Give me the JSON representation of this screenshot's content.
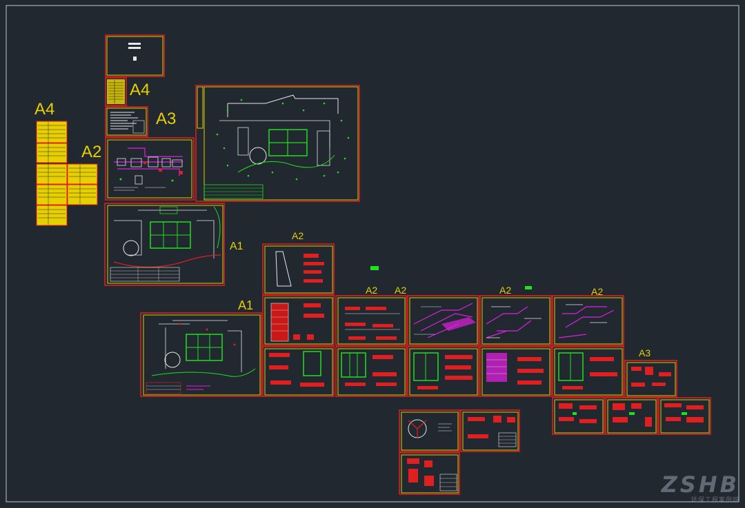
{
  "colors": {
    "background": "#212830",
    "outer_border": "#c8c8c8",
    "sheet_frame": "#d8d200",
    "sheet_outer": "#e02020",
    "size_label": "#e8d000",
    "green": "#20e020",
    "magenta": "#e020e0",
    "white": "#e8e8e8",
    "red": "#ff2020"
  },
  "size_labels": {
    "a4_left": "A4",
    "a4_top": "A4",
    "a3_top": "A3",
    "a2_left": "A2",
    "a1_mid": "A1",
    "a1_lower": "A1",
    "a2_row1": "A2",
    "a2_row2_1": "A2",
    "a2_row2_2": "A2",
    "a2_row2_3": "A2",
    "a2_row2_4": "A2",
    "a3_right": "A3"
  },
  "watermark": {
    "logo": "ZSHB",
    "sub": "环保工程案例网"
  }
}
